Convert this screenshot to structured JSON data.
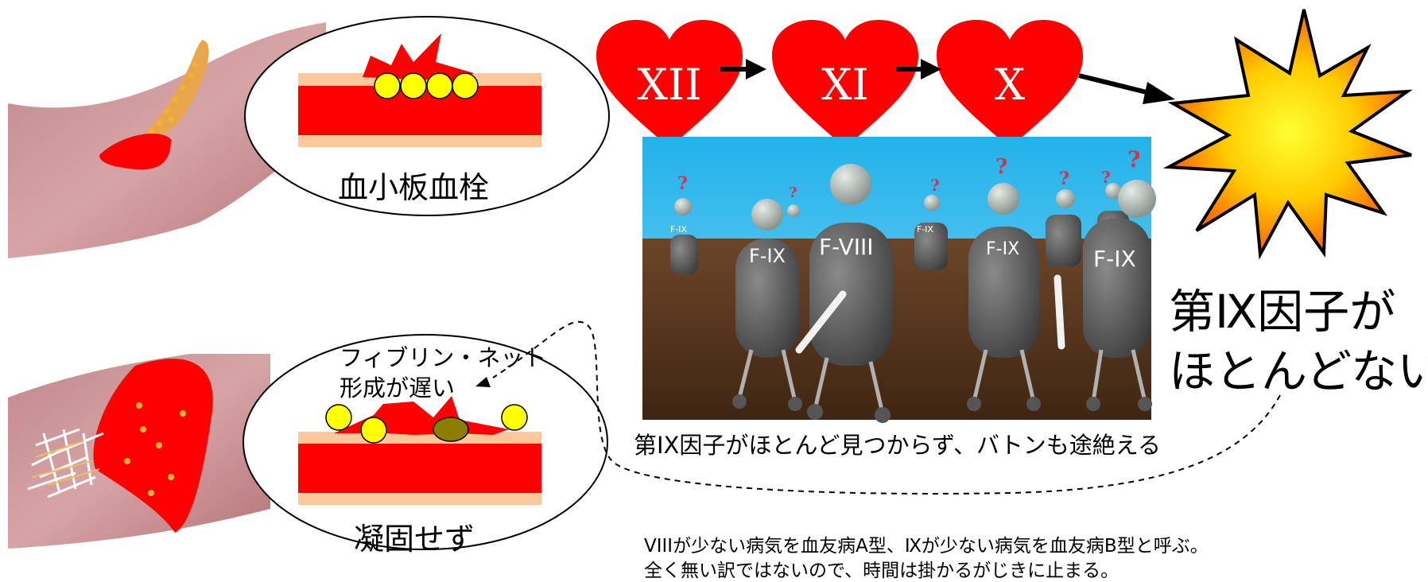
{
  "labels": {
    "platelet_plug": "血小板血栓",
    "no_clotting": "凝固せず",
    "fibrin_net_line1": "フィブリン・ネット",
    "fibrin_net_line2": "形成が遅い",
    "relay_caption": "第IX因子がほとんど見つからず、バトンも途絶える",
    "exclaim_line1": "第Ⅸ因子が",
    "exclaim_line2": "ほとんどない！",
    "note_line1": "VIIIが少ない病気を血友病A型、Ⅸが少ない病気を血友病B型と呼ぶ。",
    "note_line2": "全く無い訳ではないので、時間は掛かるがじきに止まる。"
  },
  "cascade": {
    "factors": [
      "XII",
      "XI",
      "X"
    ]
  },
  "robots": {
    "tags": [
      "F-IX",
      "F-VIII",
      "F-IX",
      "F-IX",
      "F-IX",
      "F-IX"
    ],
    "question_mark": "?"
  },
  "colors": {
    "blood_red": "#ff0000",
    "vessel_wall": "#fdc89a",
    "platelet_yellow": "#ffff00",
    "clot_olive": "#8b7d00",
    "sky_blue": "#33b8ee",
    "ground_brown": "#5a3820",
    "burst_orange": "#ff9900"
  }
}
